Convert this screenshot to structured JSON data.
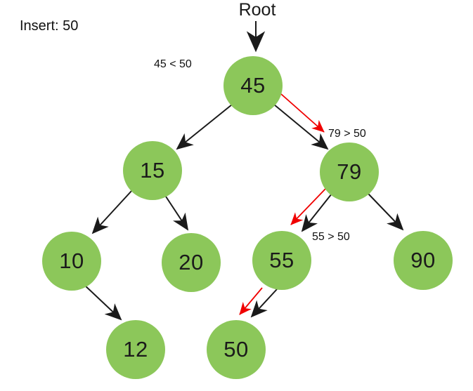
{
  "diagram": {
    "title": "Insert: 50",
    "root_label": "Root",
    "annotations": {
      "at_45": "45 < 50",
      "at_79": "79 > 50",
      "at_55": "55 > 50"
    },
    "nodes": [
      {
        "value": "45"
      },
      {
        "value": "15"
      },
      {
        "value": "79"
      },
      {
        "value": "10"
      },
      {
        "value": "20"
      },
      {
        "value": "55"
      },
      {
        "value": "90"
      },
      {
        "value": "12"
      },
      {
        "value": "50"
      }
    ],
    "edges": [
      {
        "from": "Root",
        "to": "45"
      },
      {
        "from": "45",
        "to": "15"
      },
      {
        "from": "45",
        "to": "79"
      },
      {
        "from": "15",
        "to": "10"
      },
      {
        "from": "15",
        "to": "20"
      },
      {
        "from": "10",
        "to": "12"
      },
      {
        "from": "79",
        "to": "55"
      },
      {
        "from": "79",
        "to": "90"
      },
      {
        "from": "55",
        "to": "50"
      }
    ],
    "insertion_path": [
      "45",
      "79",
      "55",
      "50"
    ],
    "colors": {
      "node_fill": "#8cc75a",
      "edge": "#1a1a1a",
      "highlight_path": "#f00000",
      "text": "#111111",
      "background": "#ffffff"
    }
  }
}
